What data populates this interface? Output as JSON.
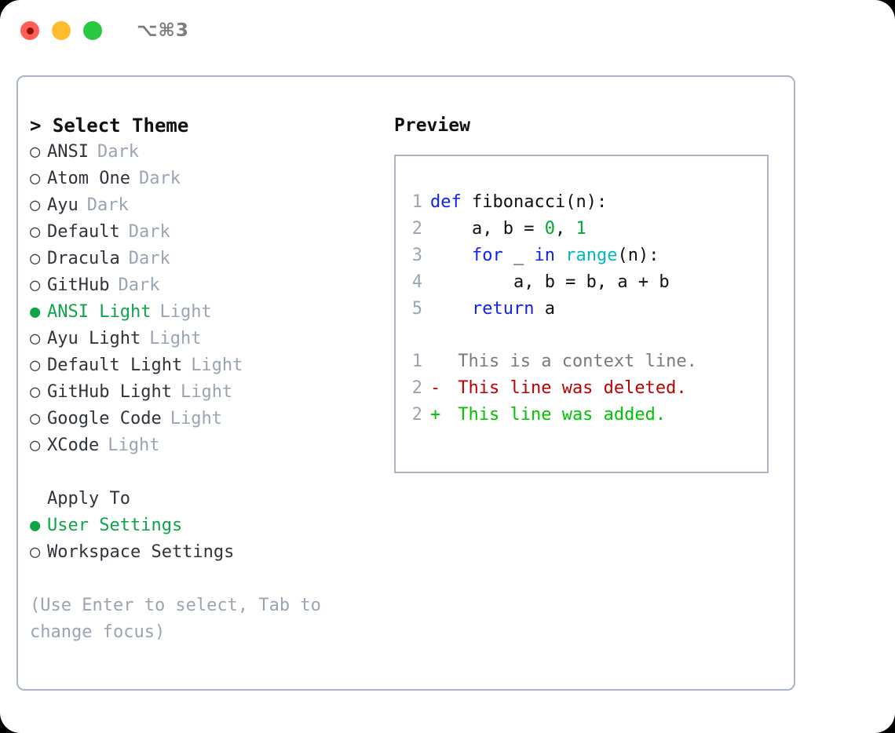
{
  "titlebar": {
    "traffic_lights": [
      {
        "name": "close-button",
        "color": "#ff5f57",
        "recording": true
      },
      {
        "name": "minimize-button",
        "color": "#febc2e",
        "recording": false
      },
      {
        "name": "maximize-button",
        "color": "#28c840",
        "recording": false
      }
    ],
    "shortcut": "⌥⌘3"
  },
  "left": {
    "heading": "> Select Theme",
    "marker": ">",
    "radio_empty": "○",
    "radio_filled": "●",
    "themes": [
      {
        "bullet": "○",
        "name": "ANSI",
        "kind": "Dark",
        "selected": false
      },
      {
        "bullet": "○",
        "name": "Atom One",
        "kind": "Dark",
        "selected": false
      },
      {
        "bullet": "○",
        "name": "Ayu",
        "kind": "Dark",
        "selected": false
      },
      {
        "bullet": "○",
        "name": "Default",
        "kind": "Dark",
        "selected": false
      },
      {
        "bullet": "○",
        "name": "Dracula",
        "kind": "Dark",
        "selected": false
      },
      {
        "bullet": "○",
        "name": "GitHub",
        "kind": "Dark",
        "selected": false
      },
      {
        "bullet": "●",
        "name": "ANSI Light",
        "kind": "Light",
        "selected": true
      },
      {
        "bullet": "○",
        "name": "Ayu Light",
        "kind": "Light",
        "selected": false
      },
      {
        "bullet": "○",
        "name": "Default Light",
        "kind": "Light",
        "selected": false
      },
      {
        "bullet": "○",
        "name": "GitHub Light",
        "kind": "Light",
        "selected": false
      },
      {
        "bullet": "○",
        "name": "Google Code",
        "kind": "Light",
        "selected": false
      },
      {
        "bullet": "○",
        "name": "XCode",
        "kind": "Light",
        "selected": false
      }
    ],
    "apply_to_title": "Apply To",
    "apply_to": [
      {
        "bullet": "●",
        "name": "User Settings",
        "selected": true
      },
      {
        "bullet": "○",
        "name": "Workspace Settings",
        "selected": false
      }
    ],
    "hint": "(Use Enter to select, Tab to change focus)"
  },
  "right": {
    "preview_label": "Preview",
    "code": [
      {
        "ln": "1",
        "tokens": [
          {
            "t": "def",
            "c": "kw"
          },
          {
            "t": " ",
            "c": "id"
          },
          {
            "t": "fibonacci(n):",
            "c": "id"
          }
        ]
      },
      {
        "ln": "2",
        "tokens": [
          {
            "t": "    a, b = ",
            "c": "id"
          },
          {
            "t": "0",
            "c": "num"
          },
          {
            "t": ", ",
            "c": "id"
          },
          {
            "t": "1",
            "c": "num"
          }
        ]
      },
      {
        "ln": "3",
        "tokens": [
          {
            "t": "    ",
            "c": "id"
          },
          {
            "t": "for",
            "c": "kw"
          },
          {
            "t": " _ ",
            "c": "id"
          },
          {
            "t": "in",
            "c": "kw"
          },
          {
            "t": " ",
            "c": "id"
          },
          {
            "t": "range",
            "c": "fn"
          },
          {
            "t": "(n):",
            "c": "id"
          }
        ]
      },
      {
        "ln": "4",
        "tokens": [
          {
            "t": "        a, b = b, a + b",
            "c": "id"
          }
        ]
      },
      {
        "ln": "5",
        "tokens": [
          {
            "t": "    ",
            "c": "id"
          },
          {
            "t": "return",
            "c": "kw"
          },
          {
            "t": " a",
            "c": "id"
          }
        ]
      }
    ],
    "diff": [
      {
        "ln": "1",
        "sign": " ",
        "text": " This is a context line.",
        "kind": "ctx"
      },
      {
        "ln": "2",
        "sign": "-",
        "text": " This line was deleted.",
        "kind": "del"
      },
      {
        "ln": "2",
        "sign": "+",
        "text": " This line was added.",
        "kind": "add"
      }
    ]
  },
  "colors": {
    "accent_green": "#0fa44a",
    "muted": "#9aa5b4",
    "border": "#aab4c2",
    "keyword": "#1122ee",
    "function": "#00b8c4",
    "number": "#00aa33",
    "diff_add": "#00c400",
    "diff_del": "#c00000",
    "diff_ctx": "#7b7b7b"
  }
}
